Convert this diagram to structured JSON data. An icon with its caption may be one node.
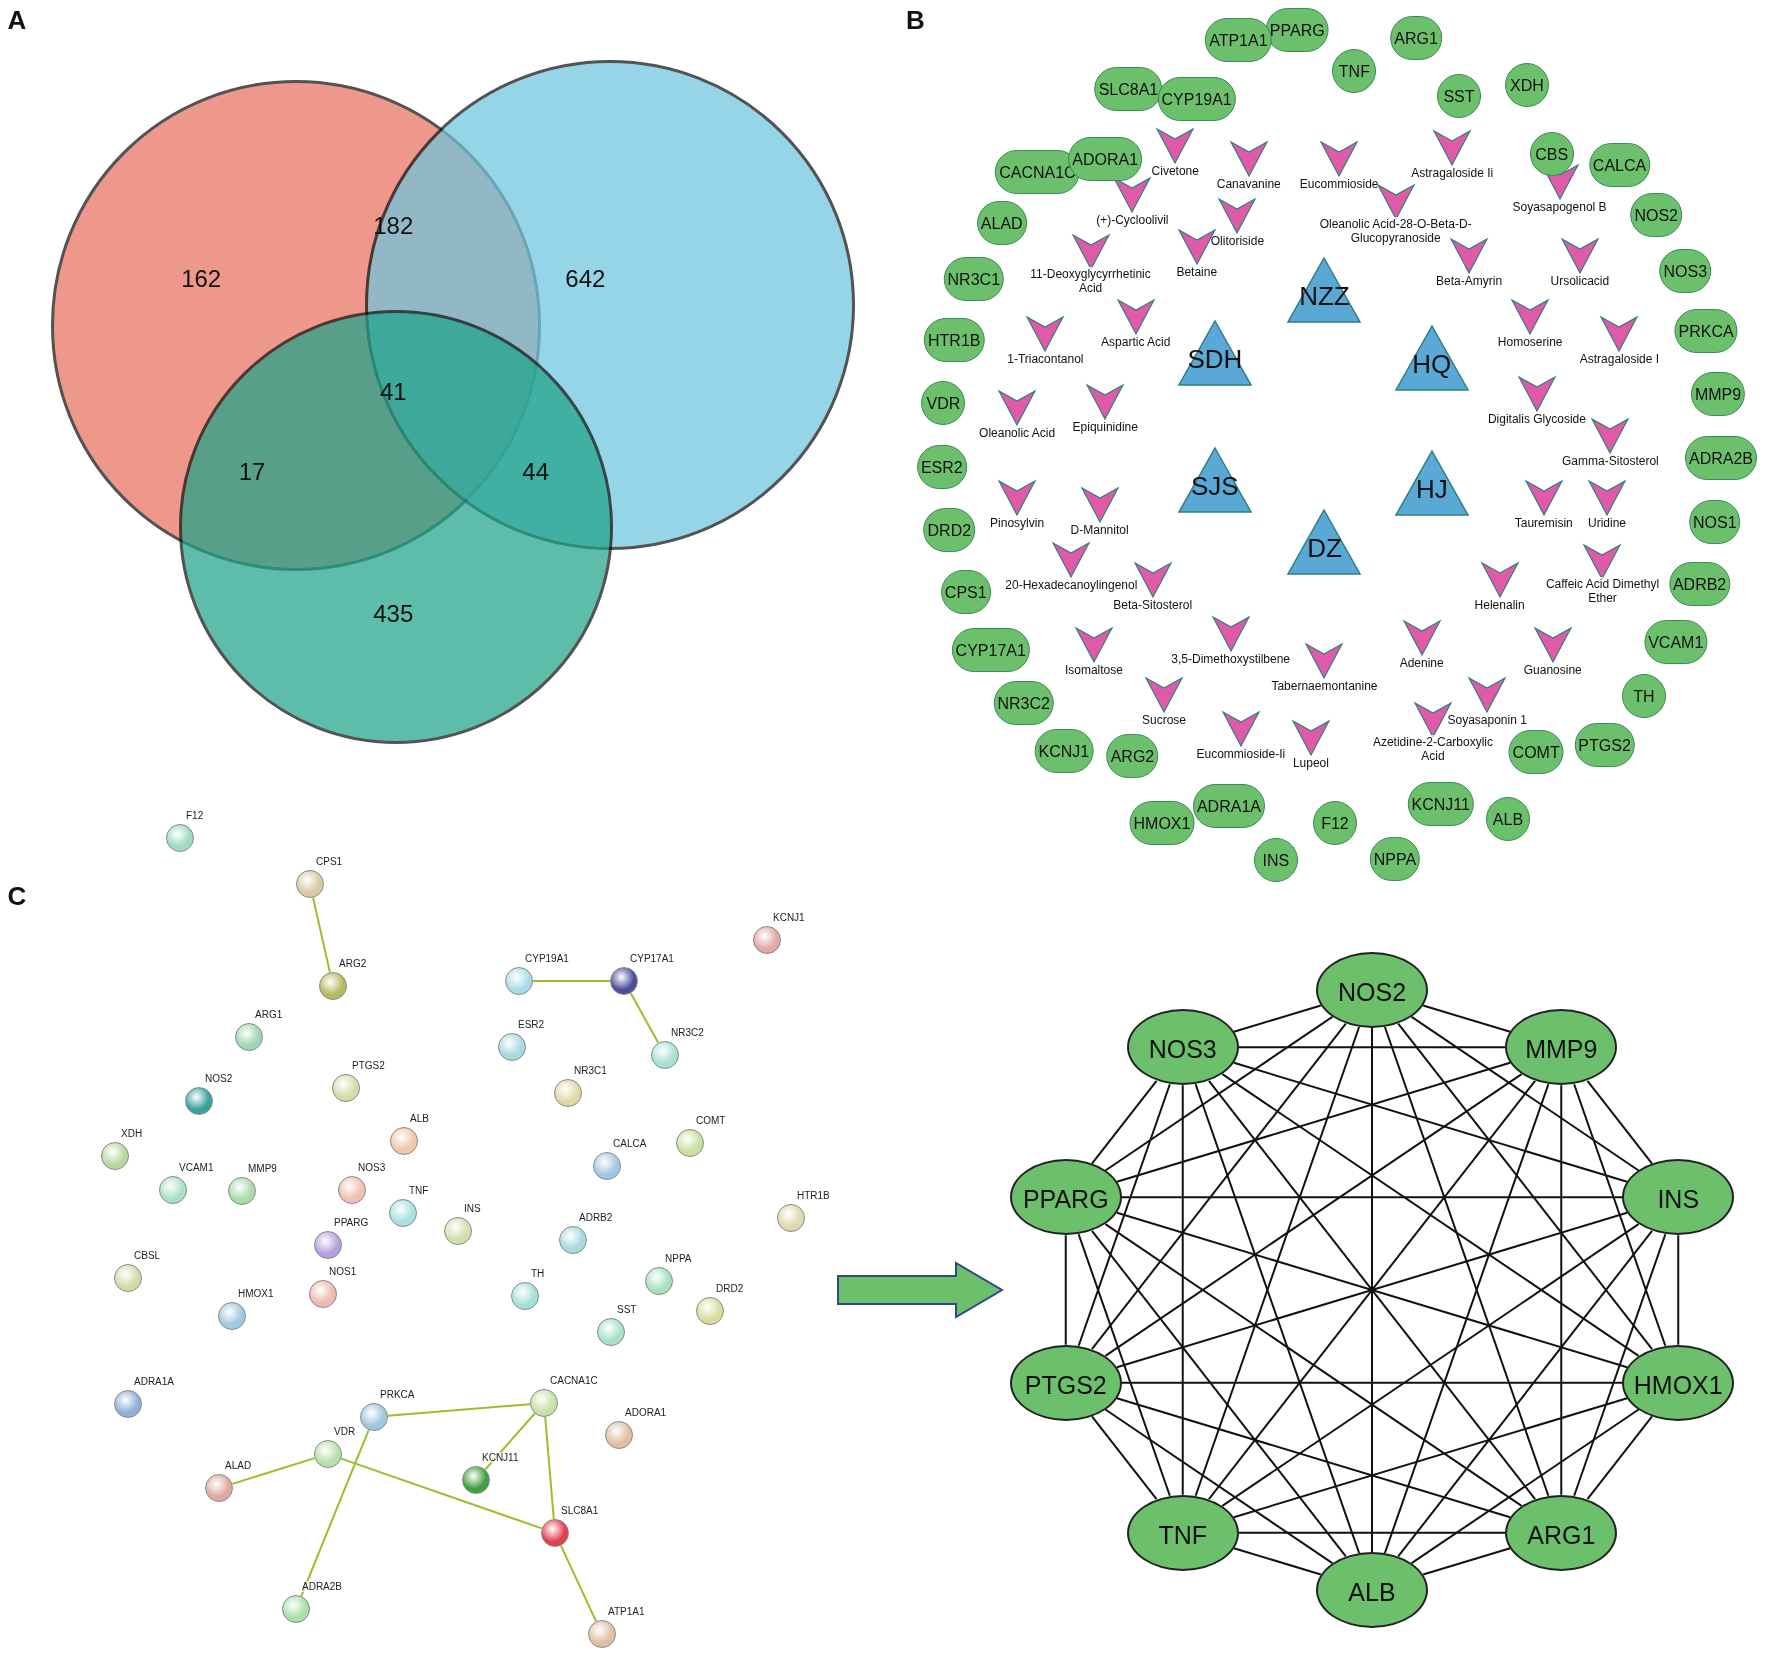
{
  "diagram": {
    "nodes": [
      {
        "text": [],
        "shape": "circle"
      },
      {
        "text": [],
        "shape": "circle"
      },
      {
        "text": [],
        "shape": "circle"
      },
      {
        "text": [
          "NZZ"
        ]
      },
      {
        "text": [
          "SDH"
        ]
      },
      {
        "text": [
          "HQ"
        ]
      },
      {
        "text": [
          "SJS"
        ]
      },
      {
        "text": [
          "HJ"
        ]
      },
      {
        "text": [
          "DZ"
        ]
      },
      {
        "text": [
          "Civetone"
        ]
      },
      {
        "text": [
          "Canavanine"
        ]
      },
      {
        "text": [
          "Eucommioside"
        ]
      },
      {
        "text": [
          "Astragaloside Ii"
        ]
      },
      {
        "text": [
          "(+)-Cycloolivil"
        ]
      },
      {
        "text": [
          "Soyasapogenol B"
        ]
      },
      {
        "text": [
          "Olitoriside"
        ]
      },
      {
        "text": [
          "Oleanolic Acid-28-O-Beta-D-Glucopyranoside"
        ]
      },
      {
        "text": [
          "Beta-Amyrin"
        ]
      },
      {
        "text": [
          "Betaine"
        ]
      },
      {
        "text": [
          "11-Deoxyglycyrrhetinic Acid"
        ]
      },
      {
        "text": [
          "Ursolicacid"
        ]
      },
      {
        "text": [
          "Aspartic Acid"
        ]
      },
      {
        "text": [
          "Homoserine"
        ]
      },
      {
        "text": [
          "1-Triacontanol"
        ]
      },
      {
        "text": [
          "Astragaloside I"
        ]
      },
      {
        "text": [
          "Epiquinidine"
        ]
      },
      {
        "text": [
          "Oleanolic Acid"
        ]
      },
      {
        "text": [
          "Digitalis Glycoside"
        ]
      },
      {
        "text": [
          "Gamma-Sitosterol"
        ]
      },
      {
        "text": [
          "Pinosylvin"
        ]
      },
      {
        "text": [
          "D-Mannitol"
        ]
      },
      {
        "text": [
          "Tauremisin"
        ]
      },
      {
        "text": [
          "Uridine"
        ]
      },
      {
        "text": [
          "20-Hexadecanoylingenol"
        ]
      },
      {
        "text": [
          "Beta-Sitosterol"
        ]
      },
      {
        "text": [
          "Caffeic Acid Dimethyl Ether"
        ]
      },
      {
        "text": [
          "Helenalin"
        ]
      },
      {
        "text": [
          "Isomaltose"
        ]
      },
      {
        "text": [
          "3,5-Dimethoxystilbene"
        ]
      },
      {
        "text": [
          "Tabernaemontanine"
        ]
      },
      {
        "text": [
          "Adenine"
        ]
      },
      {
        "text": [
          "Guanosine"
        ]
      },
      {
        "text": [
          "Sucrose"
        ]
      },
      {
        "text": [
          "Soyasaponin 1"
        ]
      },
      {
        "text": [
          "Eucommioside-Ii"
        ]
      },
      {
        "text": [
          "Lupeol"
        ]
      },
      {
        "text": [
          "Azetidine-2-Carboxylic Acid"
        ]
      },
      {
        "text": [
          "PPARG"
        ]
      },
      {
        "text": [
          "TNF"
        ]
      },
      {
        "text": [
          "ARG1"
        ]
      },
      {
        "text": [
          "SST"
        ]
      },
      {
        "text": [
          "XDH"
        ]
      },
      {
        "text": [
          "CBS"
        ]
      },
      {
        "text": [
          "CALCA"
        ]
      },
      {
        "text": [
          "NOS2"
        ]
      },
      {
        "text": [
          "NOS3"
        ]
      },
      {
        "text": [
          "PRKCA"
        ]
      },
      {
        "text": [
          "MMP9"
        ]
      },
      {
        "text": [
          "ADRA2B"
        ]
      },
      {
        "text": [
          "NOS1"
        ]
      },
      {
        "text": [
          "ADRB2"
        ]
      },
      {
        "text": [
          "VCAM1"
        ]
      },
      {
        "text": [
          "TH"
        ]
      },
      {
        "text": [
          "PTGS2"
        ]
      },
      {
        "text": [
          "COMT"
        ]
      },
      {
        "text": [
          "ALB"
        ]
      },
      {
        "text": [
          "KCNJ11"
        ]
      },
      {
        "text": [
          "NPPA"
        ]
      },
      {
        "text": [
          "F12"
        ]
      },
      {
        "text": [
          "INS"
        ]
      },
      {
        "text": [
          "ADRA1A"
        ]
      },
      {
        "text": [
          "HMOX1"
        ]
      },
      {
        "text": [
          "ARG2"
        ]
      },
      {
        "text": [
          "KCNJ1"
        ]
      },
      {
        "text": [
          "NR3C2"
        ]
      },
      {
        "text": [
          "CYP17A1"
        ]
      },
      {
        "text": [
          "CPS1"
        ]
      },
      {
        "text": [
          "DRD2"
        ]
      },
      {
        "text": [
          "ESR2"
        ]
      },
      {
        "text": [
          "VDR"
        ]
      },
      {
        "text": [
          "HTR1B"
        ]
      },
      {
        "text": [
          "NR3C1"
        ]
      },
      {
        "text": [
          "ALAD"
        ]
      },
      {
        "text": [
          "CACNA1C"
        ]
      },
      {
        "text": [
          "ADORA1"
        ]
      },
      {
        "text": [
          "SLC8A1"
        ]
      },
      {
        "text": [
          "CYP19A1"
        ]
      },
      {
        "text": [
          "ATP1A1"
        ]
      },
      {
        "text": [
          "F12"
        ]
      },
      {
        "text": [
          "CPS1"
        ]
      },
      {
        "text": [
          "ARG2"
        ]
      },
      {
        "text": [
          "CYP19A1"
        ]
      },
      {
        "text": [
          "CYP17A1"
        ]
      },
      {
        "text": [
          "KCNJ1"
        ]
      },
      {
        "text": [
          "ARG1"
        ]
      },
      {
        "text": [
          "ESR2"
        ]
      },
      {
        "text": [
          "NR3C2"
        ]
      },
      {
        "text": [
          "PTGS2"
        ]
      },
      {
        "text": [
          "NR3C1"
        ]
      },
      {
        "text": [
          "NOS2"
        ]
      },
      {
        "text": [
          "ALB"
        ]
      },
      {
        "text": [
          "COMT"
        ]
      },
      {
        "text": [
          "XDH"
        ]
      },
      {
        "text": [
          "CALCA"
        ]
      },
      {
        "text": [
          "VCAM1"
        ]
      },
      {
        "text": [
          "MMP9"
        ]
      },
      {
        "text": [
          "NOS3"
        ]
      },
      {
        "text": [
          "TNF"
        ]
      },
      {
        "text": [
          "INS"
        ]
      },
      {
        "text": [
          "HTR1B"
        ]
      },
      {
        "text": [
          "PPARG"
        ]
      },
      {
        "text": [
          "ADRB2"
        ]
      },
      {
        "text": [
          "CBSL"
        ]
      },
      {
        "text": [
          "NOS1"
        ]
      },
      {
        "text": [
          "TH"
        ]
      },
      {
        "text": [
          "NPPA"
        ]
      },
      {
        "text": [
          "DRD2"
        ]
      },
      {
        "text": [
          "HMOX1"
        ]
      },
      {
        "text": [
          "SST"
        ]
      },
      {
        "text": [
          "ADRA1A"
        ]
      },
      {
        "text": [
          "PRKCA"
        ]
      },
      {
        "text": [
          "CACNA1C"
        ]
      },
      {
        "text": [
          "ADORA1"
        ]
      },
      {
        "text": [
          "VDR"
        ]
      },
      {
        "text": [
          "ALAD"
        ]
      },
      {
        "text": [
          "KCNJ11"
        ]
      },
      {
        "text": [
          "SLC8A1"
        ]
      },
      {
        "text": [
          "ADRA2B"
        ]
      },
      {
        "text": [
          "ATP1A1"
        ]
      },
      {
        "text": [
          "NOS2"
        ]
      },
      {
        "text": [
          "MMP9"
        ]
      },
      {
        "text": [
          "INS"
        ]
      },
      {
        "text": [
          "HMOX1"
        ]
      },
      {
        "text": [
          "ARG1"
        ]
      },
      {
        "text": [
          "ALB"
        ]
      },
      {
        "text": [
          "TNF"
        ]
      },
      {
        "text": [
          "PTGS2"
        ]
      },
      {
        "text": [
          "PPARG"
        ]
      },
      {
        "text": [
          "NOS3"
        ]
      }
    ],
    "edges": [
      {
        "from": 91,
        "to": 92,
        "arrow": "none",
        "color": "#9bbf2a"
      },
      {
        "from": 92,
        "to": 96,
        "arrow": "none",
        "color": "#9bbf2a"
      },
      {
        "from": 89,
        "to": 90,
        "arrow": "none",
        "color": "#9bbf2a"
      },
      {
        "from": 126,
        "to": 128,
        "arrow": "none",
        "color": "#9bbf2a"
      },
      {
        "from": 127,
        "to": 120,
        "arrow": "none",
        "color": "#9bbf2a"
      },
      {
        "from": 123,
        "to": 124,
        "arrow": "none",
        "color": "#9bbf2a"
      },
      {
        "from": 123,
        "to": 126,
        "arrow": "none",
        "color": "#9bbf2a"
      },
      {
        "from": 125,
        "to": 121,
        "arrow": "none",
        "color": "#9bbf2a"
      },
      {
        "from": 121,
        "to": 126,
        "arrow": "none",
        "color": "#9bbf2a"
      },
      {
        "from": 121,
        "to": 120,
        "arrow": "none",
        "color": "#9bbf2a"
      },
      {
        "from": 129,
        "to": 130,
        "arrow": "none"
      },
      {
        "from": 129,
        "to": 131,
        "arrow": "none"
      },
      {
        "from": 129,
        "to": 132,
        "arrow": "none"
      },
      {
        "from": 129,
        "to": 133,
        "arrow": "none"
      },
      {
        "from": 129,
        "to": 134,
        "arrow": "none"
      },
      {
        "from": 129,
        "to": 135,
        "arrow": "none"
      },
      {
        "from": 129,
        "to": 136,
        "arrow": "none"
      },
      {
        "from": 129,
        "to": 137,
        "arrow": "none"
      },
      {
        "from": 129,
        "to": 138,
        "arrow": "none"
      },
      {
        "from": 130,
        "to": 131,
        "arrow": "none"
      },
      {
        "from": 130,
        "to": 132,
        "arrow": "none"
      },
      {
        "from": 130,
        "to": 133,
        "arrow": "none"
      },
      {
        "from": 130,
        "to": 134,
        "arrow": "none"
      },
      {
        "from": 130,
        "to": 135,
        "arrow": "none"
      },
      {
        "from": 130,
        "to": 136,
        "arrow": "none"
      },
      {
        "from": 130,
        "to": 137,
        "arrow": "none"
      },
      {
        "from": 130,
        "to": 138,
        "arrow": "none"
      },
      {
        "from": 131,
        "to": 132,
        "arrow": "none"
      },
      {
        "from": 131,
        "to": 133,
        "arrow": "none"
      },
      {
        "from": 131,
        "to": 134,
        "arrow": "none"
      },
      {
        "from": 131,
        "to": 135,
        "arrow": "none"
      },
      {
        "from": 131,
        "to": 136,
        "arrow": "none"
      },
      {
        "from": 131,
        "to": 137,
        "arrow": "none"
      },
      {
        "from": 131,
        "to": 138,
        "arrow": "none"
      },
      {
        "from": 132,
        "to": 133,
        "arrow": "none"
      },
      {
        "from": 132,
        "to": 134,
        "arrow": "none"
      },
      {
        "from": 132,
        "to": 135,
        "arrow": "none"
      },
      {
        "from": 132,
        "to": 136,
        "arrow": "none"
      },
      {
        "from": 132,
        "to": 137,
        "arrow": "none"
      },
      {
        "from": 132,
        "to": 138,
        "arrow": "none"
      },
      {
        "from": 133,
        "to": 134,
        "arrow": "none"
      },
      {
        "from": 133,
        "to": 135,
        "arrow": "none"
      },
      {
        "from": 133,
        "to": 136,
        "arrow": "none"
      },
      {
        "from": 133,
        "to": 137,
        "arrow": "none"
      },
      {
        "from": 133,
        "to": 138,
        "arrow": "none"
      },
      {
        "from": 134,
        "to": 135,
        "arrow": "none"
      },
      {
        "from": 134,
        "to": 136,
        "arrow": "none"
      },
      {
        "from": 134,
        "to": 137,
        "arrow": "none"
      },
      {
        "from": 134,
        "to": 138,
        "arrow": "none"
      },
      {
        "from": 135,
        "to": 136,
        "arrow": "none"
      },
      {
        "from": 135,
        "to": 137,
        "arrow": "none"
      },
      {
        "from": 135,
        "to": 138,
        "arrow": "none"
      },
      {
        "from": 136,
        "to": 137,
        "arrow": "none"
      },
      {
        "from": 136,
        "to": 138,
        "arrow": "none"
      },
      {
        "from": 137,
        "to": 138,
        "arrow": "none"
      }
    ],
    "labels": [
      "A",
      "B",
      "162",
      "182",
      "642",
      "41",
      "17",
      "44",
      "435",
      "C"
    ]
  }
}
